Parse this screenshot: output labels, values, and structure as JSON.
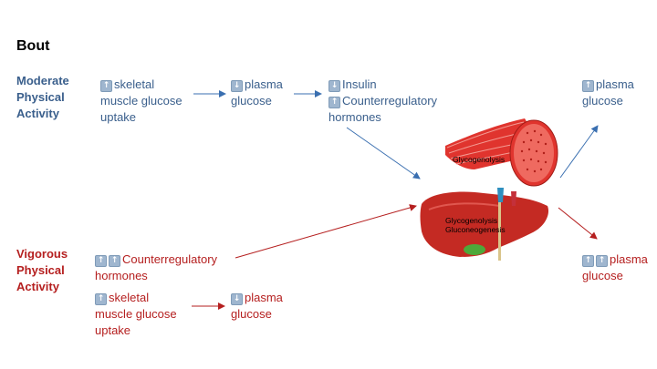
{
  "title": "Bout",
  "moderate": {
    "label": [
      "Moderate",
      "Physical",
      "Activity"
    ],
    "skeletal": [
      "skeletal",
      "muscle glucose",
      "uptake"
    ],
    "plasma_down": [
      "plasma",
      "glucose"
    ],
    "insulin": "Insulin",
    "counterregulatory": [
      "Counterregulatory",
      "hormones"
    ],
    "plasma_up": [
      "plasma",
      "glucose"
    ]
  },
  "vigorous": {
    "label": [
      "Vigorous",
      "Physical",
      "Activity"
    ],
    "counterregulatory": [
      "Counterregulatory",
      "hormones"
    ],
    "skeletal": [
      "skeletal",
      "muscle glucose",
      "uptake"
    ],
    "plasma_down": [
      "plasma",
      "glucose"
    ],
    "plasma_up": [
      "plasma",
      "glucose"
    ]
  },
  "muscle_label": "Glycogenolysis",
  "liver_labels": [
    "Glycogenolysis",
    "Gluconeogenesis"
  ],
  "colors": {
    "blue": "#3a5f8c",
    "red": "#b51f1f",
    "muscle": "#e0342e",
    "liver": "#c42a23"
  },
  "icons": {
    "up": "up-arrow-icon",
    "down": "down-arrow-icon"
  }
}
